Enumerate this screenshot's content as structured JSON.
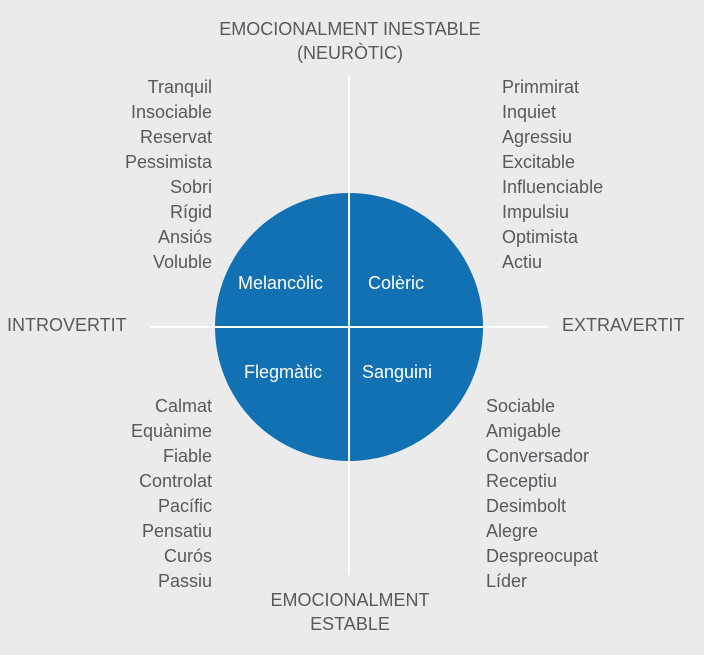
{
  "axes": {
    "top_line1": "EMOCIONALMENT INESTABLE",
    "top_line2": "(NEURÒTIC)",
    "bottom_line1": "EMOCIONALMENT",
    "bottom_line2": "ESTABLE",
    "left": "INTROVERTIT",
    "right": "EXTRAVERTIT"
  },
  "quadrants": {
    "top_left": "Melancòlic",
    "top_right": "Colèric",
    "bottom_left": "Flegmàtic",
    "bottom_right": "Sanguini"
  },
  "traits": {
    "top_left": [
      "Tranquil",
      "Insociable",
      "Reservat",
      "Pessimista",
      "Sobri",
      "Rígid",
      "Ansiós",
      "Voluble"
    ],
    "top_right": [
      "Primmirat",
      "Inquiet",
      "Agressiu",
      "Excitable",
      "Influenciable",
      "Impulsiu",
      "Optimista",
      "Actiu"
    ],
    "bottom_left": [
      "Calmat",
      "Equànime",
      "Fiable",
      "Controlat",
      "Pacífic",
      "Pensatiu",
      "Curós",
      "Passiu"
    ],
    "bottom_right": [
      "Sociable",
      "Amigable",
      "Conversador",
      "Receptiu",
      "Desimbolt",
      "Alegre",
      "Despreocupat",
      "Líder"
    ]
  },
  "colors": {
    "circle": "#1171b3",
    "background": "#ebebeb",
    "text": "#58595b"
  }
}
